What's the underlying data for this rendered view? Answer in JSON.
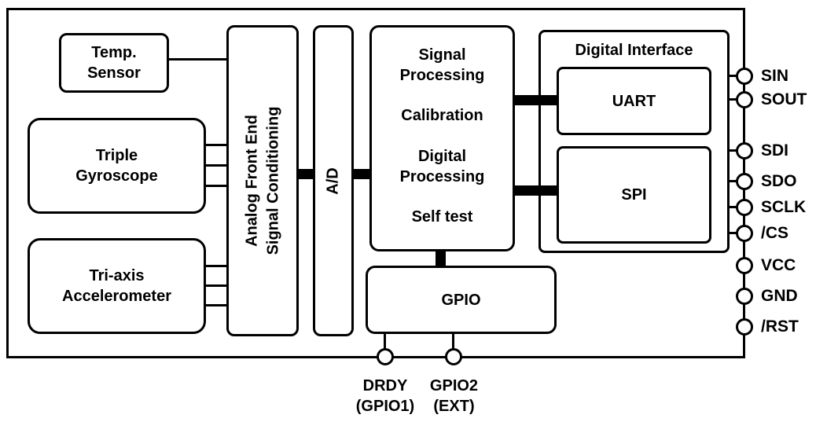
{
  "blocks": {
    "temp_sensor": {
      "line1": "Temp.",
      "line2": "Sensor"
    },
    "gyroscope": {
      "line1": "Triple",
      "line2": "Gyroscope"
    },
    "accelerometer": {
      "line1": "Tri-axis",
      "line2": "Accelerometer"
    },
    "analog_front_end": {
      "line1": "Analog Front End",
      "line2": "Signal Conditioning"
    },
    "adc": {
      "label": "A/D"
    },
    "signal_processing": {
      "groups": [
        [
          "Signal",
          "Processing"
        ],
        [
          "Calibration"
        ],
        [
          "Digital",
          "Processing"
        ],
        [
          "Self test"
        ]
      ]
    },
    "digital_interface": {
      "label": "Digital Interface"
    },
    "uart": {
      "label": "UART"
    },
    "spi": {
      "label": "SPI"
    },
    "gpio": {
      "label": "GPIO"
    }
  },
  "pins_right": [
    {
      "name": "SIN"
    },
    {
      "name": "SOUT"
    },
    {
      "name": "SDI"
    },
    {
      "name": "SDO"
    },
    {
      "name": "SCLK"
    },
    {
      "name": "/CS"
    },
    {
      "name": "VCC"
    },
    {
      "name": "GND"
    },
    {
      "name": "/RST"
    }
  ],
  "pins_bottom": [
    {
      "line1": "DRDY",
      "line2": "(GPIO1)"
    },
    {
      "line1": "GPIO2",
      "line2": "(EXT)"
    }
  ],
  "colors": {
    "line": "#000000",
    "background": "#ffffff",
    "block_fill": "#ffffff"
  }
}
